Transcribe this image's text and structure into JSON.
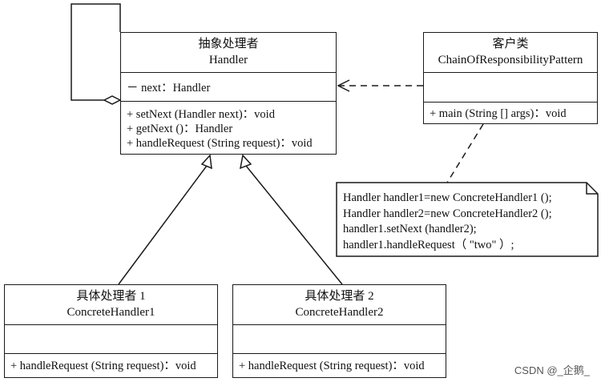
{
  "handler": {
    "title_cn": "抽象处理者",
    "title_en": "Handler",
    "attributes": [
      "－ next：Handler"
    ],
    "operations": [
      "+ setNext (Handler next)：void",
      "+ getNext ()：Handler",
      "+ handleRequest (String request)：void"
    ]
  },
  "client": {
    "title_cn": "客户类",
    "title_en": "ChainOfResponsibilityPattern",
    "operations": [
      "+ main (String [] args)：void"
    ]
  },
  "concrete1": {
    "title_cn": "具体处理者 1",
    "title_en": "ConcreteHandler1",
    "operations": [
      "+ handleRequest (String request)：void"
    ]
  },
  "concrete2": {
    "title_cn": "具体处理者 2",
    "title_en": "ConcreteHandler2",
    "operations": [
      "+ handleRequest (String request)：void"
    ]
  },
  "note": {
    "lines": [
      "Handler handler1=new ConcreteHandler1 ();",
      "Handler handler2=new ConcreteHandler2 ();",
      "handler1.setNext (handler2);",
      "handler1.handleRequest（ \"two\" ）;"
    ]
  },
  "watermark": "CSDN @_企鹅_"
}
